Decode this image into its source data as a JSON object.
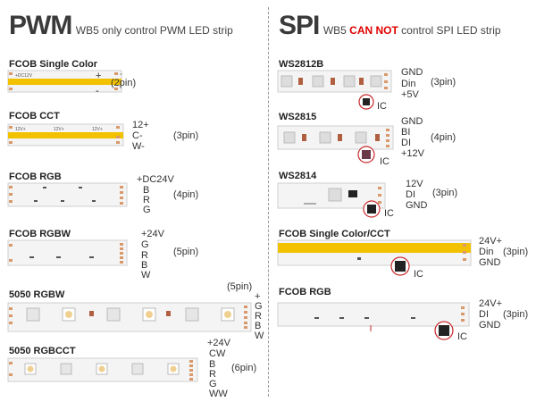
{
  "pwm": {
    "title": "PWM",
    "subtitle": "WB5 only control PWM LED strip"
  },
  "spi": {
    "title": "SPI",
    "subtitle_a": "WB5 ",
    "subtitle_red": "CAN NOT",
    "subtitle_b": " control SPI LED strip"
  },
  "left": [
    {
      "name": "FCOB Single Color",
      "pins": [
        "+",
        "-"
      ],
      "count": "(2pin)",
      "strip_text": "+DC12V"
    },
    {
      "name": "FCOB CCT",
      "pins": [
        "12+",
        "C-",
        "W-"
      ],
      "count": "(3pin)",
      "strip_text": "12V+"
    },
    {
      "name": "FCOB RGB",
      "pins": [
        "+DC24V",
        "B",
        "R",
        "G"
      ],
      "count": "(4pin)"
    },
    {
      "name": "FCOB RGBW",
      "pins": [
        "+24V",
        "G",
        "R",
        "B",
        "W"
      ],
      "count": "(5pin)"
    },
    {
      "name": "5050 RGBW",
      "pins": [
        "+",
        "G",
        "R",
        "B",
        "W"
      ],
      "count": "(5pin)"
    },
    {
      "name": "5050 RGBCCT",
      "pins": [
        "+24V",
        "CW",
        "B",
        "R",
        "G",
        "WW"
      ],
      "count": "(6pin)"
    }
  ],
  "right": [
    {
      "name": "WS2812B",
      "pins": [
        "GND",
        "Din",
        "+5V"
      ],
      "count": "(3pin)",
      "ic": "IC"
    },
    {
      "name": "WS2815",
      "pins": [
        "GND",
        "BI",
        "DI",
        "+12V"
      ],
      "count": "(4pin)",
      "ic": "IC"
    },
    {
      "name": "WS2814",
      "pins": [
        "12V",
        "DI",
        "GND"
      ],
      "count": "(3pin)",
      "ic": "IC"
    },
    {
      "name": "FCOB Single Color/CCT",
      "pins": [
        "24V+",
        "Din",
        "GND"
      ],
      "count": "(3pin)",
      "ic": "IC"
    },
    {
      "name": "FCOB RGB",
      "pins": [
        "24V+",
        "DI",
        "GND"
      ],
      "count": "(3pin)",
      "ic": "IC"
    }
  ],
  "colors": {
    "copper": "#d9996b",
    "yellow": "#f2c200",
    "strip": "#f4f4f4",
    "ic": "#222222",
    "circle": "#c8282b",
    "divider": "#999999",
    "accent_red": "#e00000"
  }
}
